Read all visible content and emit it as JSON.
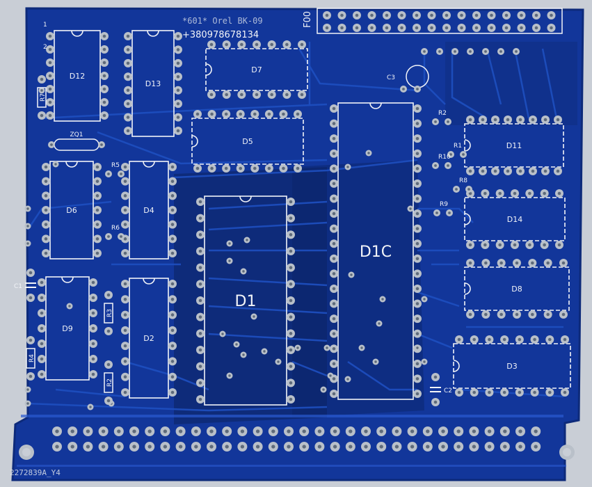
{
  "board": {
    "colors": {
      "background": "#c9ced6",
      "board": "#12369a",
      "board_edge": "#0d2a7a",
      "copper_trace": "#1e4fc0",
      "pour": "#0b2466",
      "pad": "#b9c0c9",
      "pad_hole": "#5e6a7a",
      "silkscreen": "#f2f4f8"
    },
    "header_label": "F00",
    "marking_top": "*601* Orel BK-09",
    "phone": "+380978678134",
    "marking_bottom": "2272839A_Y4",
    "pin_markers": [
      "1",
      "2"
    ],
    "chips": [
      {
        "id": "d12",
        "label": "D12"
      },
      {
        "id": "d13",
        "label": "D13"
      },
      {
        "id": "d7",
        "label": "D7"
      },
      {
        "id": "d5",
        "label": "D5"
      },
      {
        "id": "d6",
        "label": "D6"
      },
      {
        "id": "d4",
        "label": "D4"
      },
      {
        "id": "d1",
        "label": "D1"
      },
      {
        "id": "d10",
        "label": "D1C"
      },
      {
        "id": "d11",
        "label": "D11"
      },
      {
        "id": "d14",
        "label": "D14"
      },
      {
        "id": "d8",
        "label": "D8"
      },
      {
        "id": "d3",
        "label": "D3"
      },
      {
        "id": "d9",
        "label": "D9"
      },
      {
        "id": "d2",
        "label": "D2"
      }
    ],
    "passives": [
      {
        "id": "r7",
        "label": "R7"
      },
      {
        "id": "zq1",
        "label": "ZQ1"
      },
      {
        "id": "r5",
        "label": "R5"
      },
      {
        "id": "r6",
        "label": "R6"
      },
      {
        "id": "c1",
        "label": "C1"
      },
      {
        "id": "r4",
        "label": "R4"
      },
      {
        "id": "r3",
        "label": "R3"
      },
      {
        "id": "r2",
        "label": "R2"
      },
      {
        "id": "c3",
        "label": "C3"
      },
      {
        "id": "r2b",
        "label": "R2"
      },
      {
        "id": "r1",
        "label": "R1"
      },
      {
        "id": "r10",
        "label": "R10"
      },
      {
        "id": "r8",
        "label": "R8"
      },
      {
        "id": "r9",
        "label": "R9"
      },
      {
        "id": "c2",
        "label": "C2"
      }
    ]
  }
}
